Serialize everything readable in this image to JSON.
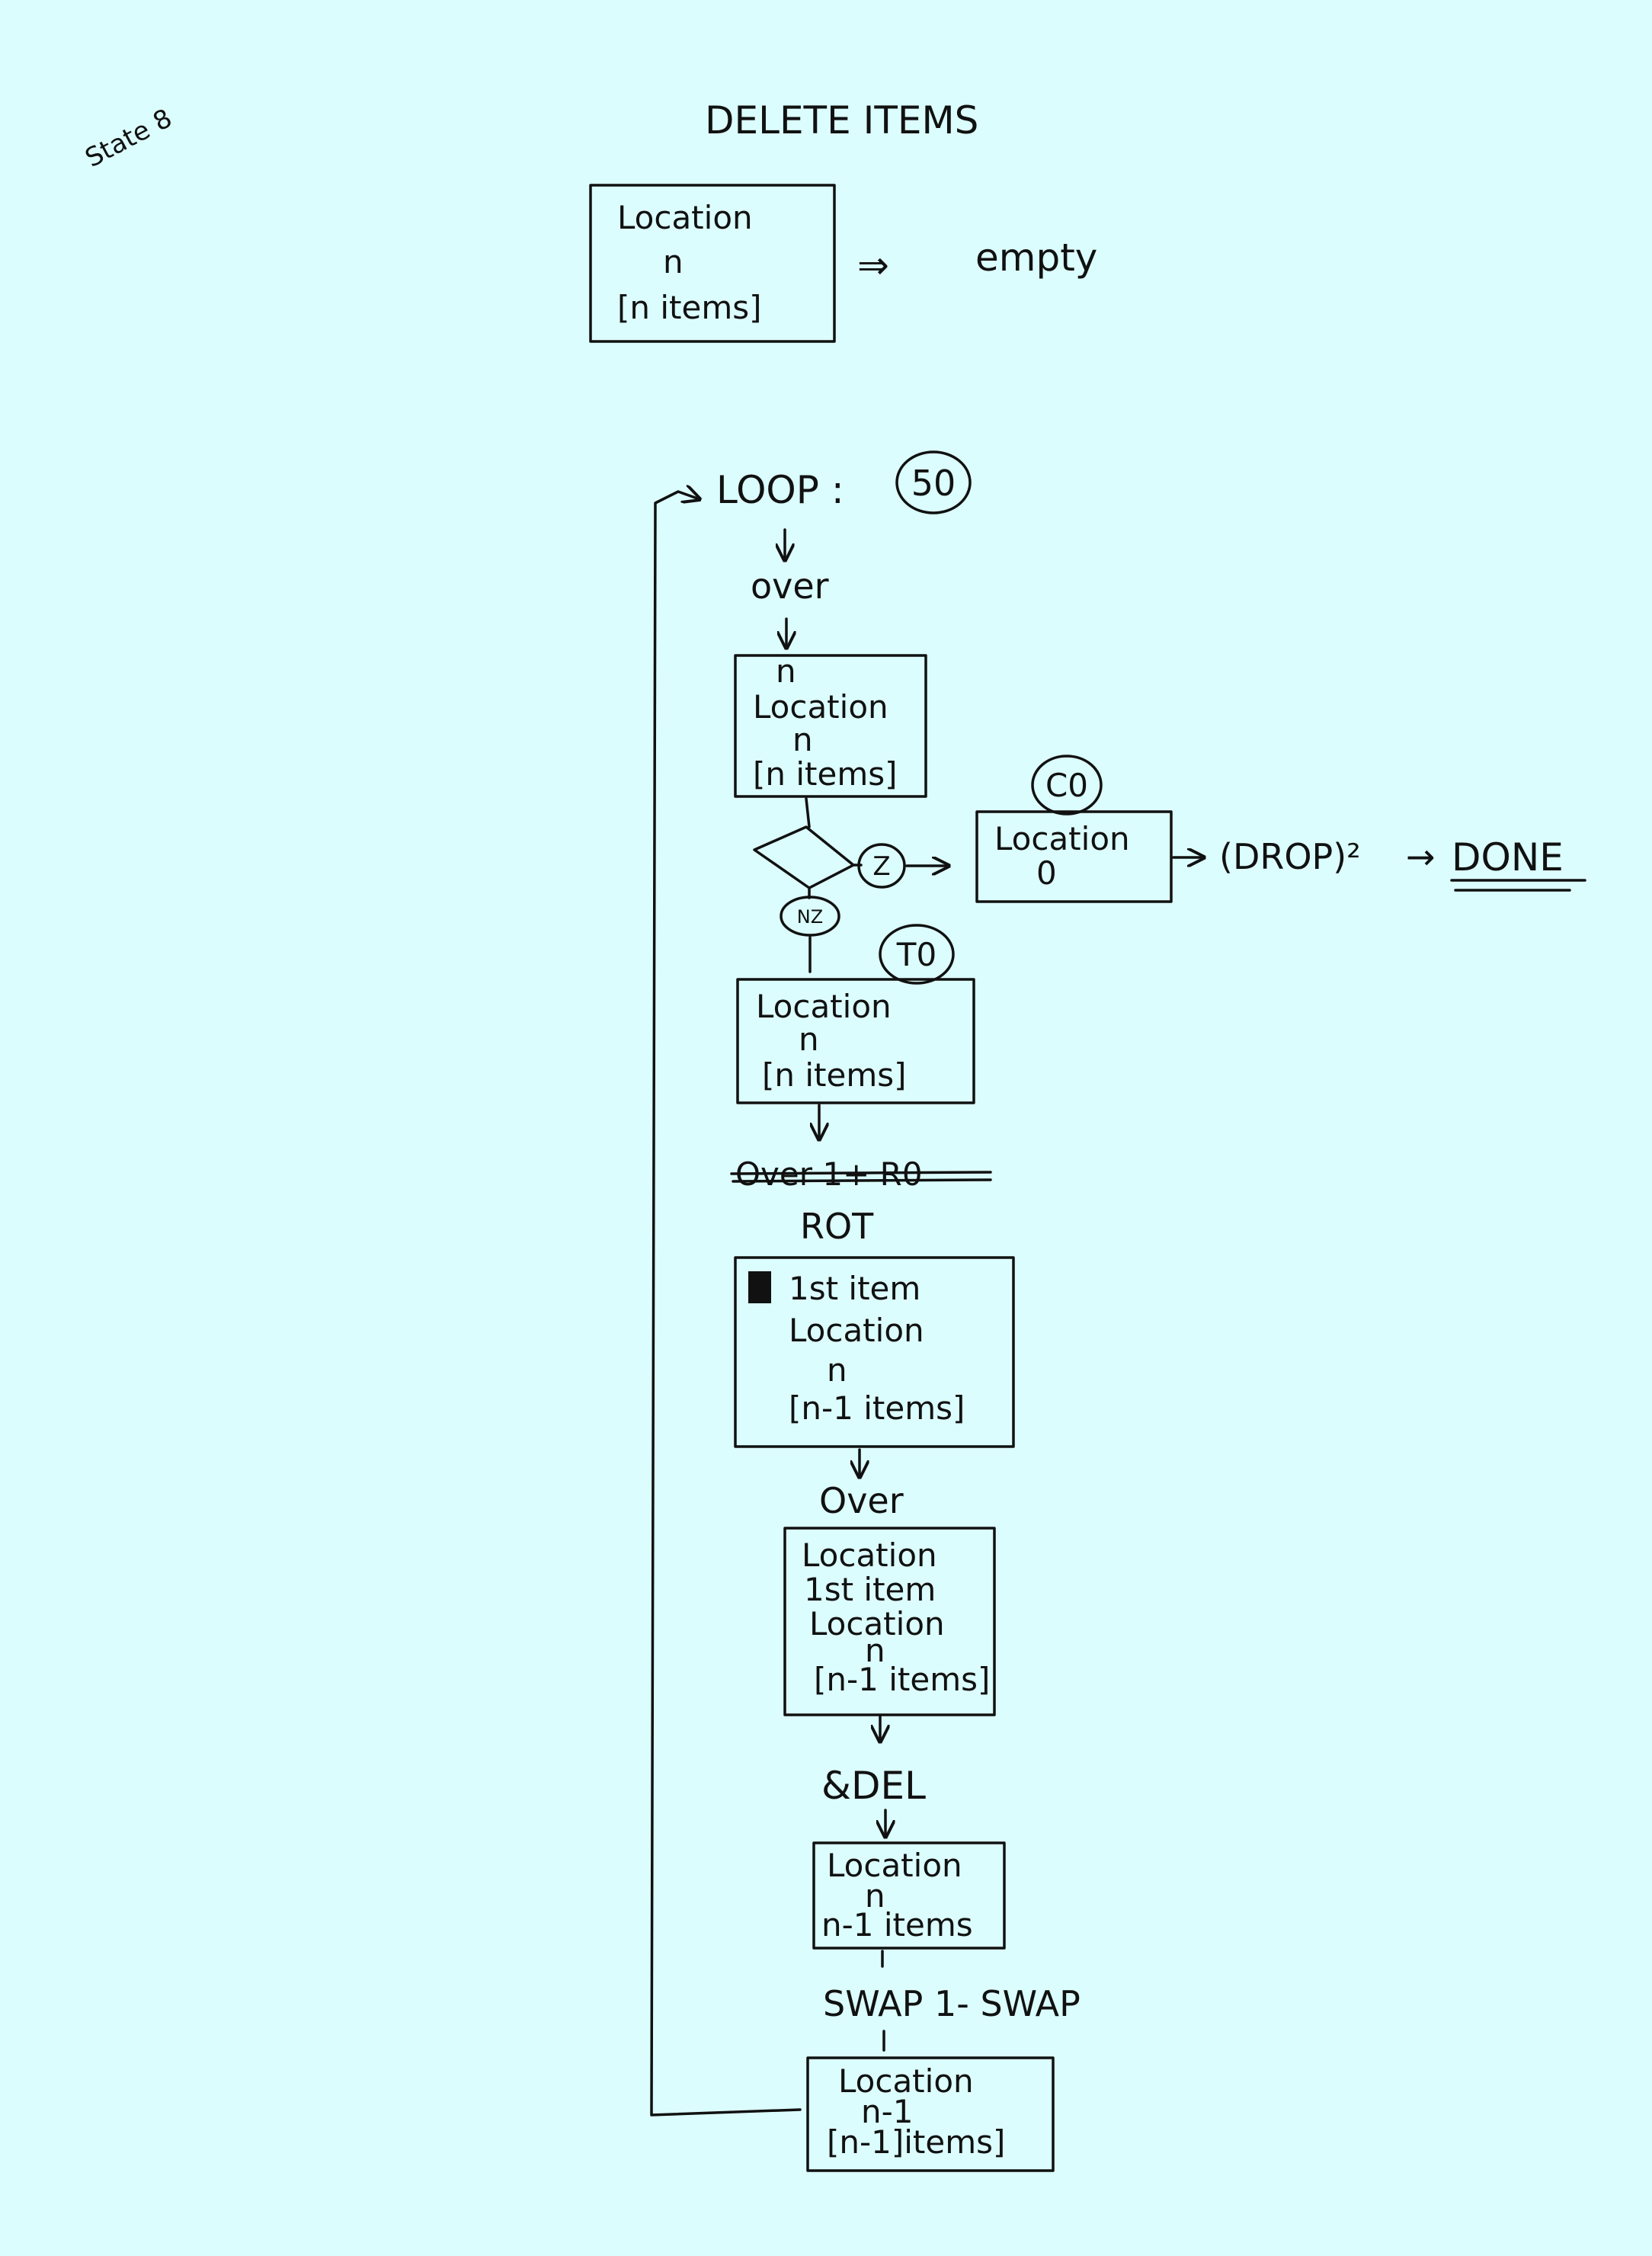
{
  "page": {
    "state_note": "State 8",
    "title": "DELETE ITEMS"
  },
  "summary": {
    "box_lines": [
      "Location",
      "n",
      "[n items]"
    ],
    "arrow": "⇒",
    "result": "empty"
  },
  "loop": {
    "label": "LOOP :",
    "tag": "50"
  },
  "ops": {
    "over1": "over",
    "rot_struck": "Over 1+ R0",
    "rot": "ROT",
    "over2": "Over",
    "del": "&DEL",
    "swap": "SWAP 1- SWAP"
  },
  "boxes": {
    "b1": [
      "n",
      "Location",
      "n",
      "[n items]"
    ],
    "c0": [
      "Location",
      "0"
    ],
    "t0": [
      "Location",
      "n",
      "[n items]"
    ],
    "b3": [
      "1st item",
      "Location",
      "n",
      "[n-1 items]"
    ],
    "b4": [
      "Location",
      "1st item",
      "Location",
      "n",
      "[n-1 items]"
    ],
    "b5": [
      "Location",
      "n",
      "n-1 items"
    ],
    "b6": [
      "Location",
      "n-1",
      "[n-1]items]"
    ]
  },
  "decision": {
    "z_label": "Z",
    "nz_label": "NZ"
  },
  "tags": {
    "c0": "C0",
    "t0": "T0"
  },
  "done_path": {
    "drop": "(DROP)²",
    "arrow": "→",
    "done": "DONE"
  }
}
